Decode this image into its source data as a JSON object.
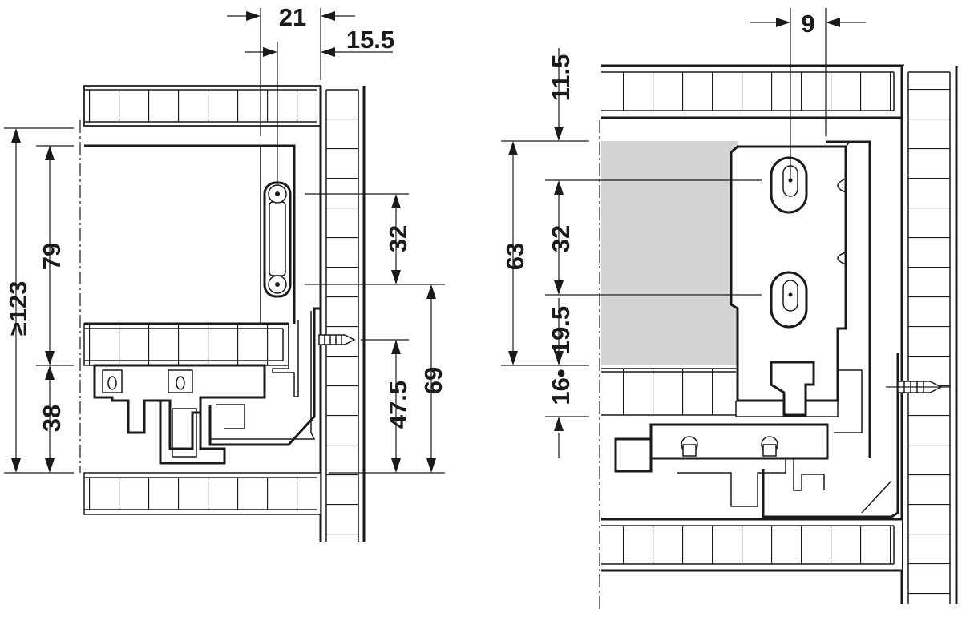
{
  "left_view": {
    "dims": {
      "d21": "21",
      "d15_5": "15.5",
      "d123": "≥123",
      "d79": "79",
      "d38": "38",
      "d32": "32",
      "d47_5": "47.5",
      "d69": "69"
    }
  },
  "right_view": {
    "dims": {
      "d9": "9",
      "d11_5": "11.5",
      "d63": "63",
      "d32": "32",
      "d19_5": "19.5",
      "d16": "16•"
    }
  }
}
